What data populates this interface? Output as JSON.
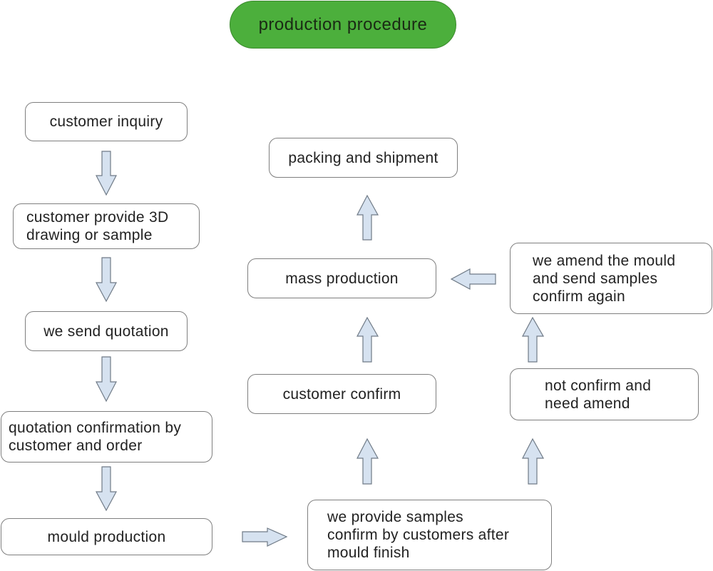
{
  "title": "production procedure",
  "colors": {
    "title_fill": "#4caf3c",
    "arrow_fill": "#d6e2f0",
    "box_border": "#7f7f7f"
  },
  "steps": {
    "customer_inquiry": "customer inquiry",
    "customer_provide": "customer provide 3D\ndrawing or sample",
    "send_quotation": "we send quotation",
    "quotation_confirmation": "quotation confirmation by\ncustomer and order",
    "mould_production": "mould production",
    "provide_samples": "we provide samples\nconfirm by customers after\nmould finish",
    "customer_confirm": "customer confirm",
    "mass_production": "mass production",
    "packing_shipment": "packing and shipment",
    "not_confirm": "not confirm and\nneed amend",
    "amend_mould": "we amend the mould\nand send samples\nconfirm again"
  },
  "flow": [
    {
      "from": "customer_inquiry",
      "to": "customer_provide",
      "direction": "down"
    },
    {
      "from": "customer_provide",
      "to": "send_quotation",
      "direction": "down"
    },
    {
      "from": "send_quotation",
      "to": "quotation_confirmation",
      "direction": "down"
    },
    {
      "from": "quotation_confirmation",
      "to": "mould_production",
      "direction": "down"
    },
    {
      "from": "mould_production",
      "to": "provide_samples",
      "direction": "right"
    },
    {
      "from": "provide_samples",
      "to": "customer_confirm",
      "direction": "up"
    },
    {
      "from": "provide_samples",
      "to": "not_confirm",
      "direction": "up"
    },
    {
      "from": "customer_confirm",
      "to": "mass_production",
      "direction": "up"
    },
    {
      "from": "not_confirm",
      "to": "amend_mould",
      "direction": "up"
    },
    {
      "from": "amend_mould",
      "to": "mass_production",
      "direction": "left"
    },
    {
      "from": "mass_production",
      "to": "packing_shipment",
      "direction": "up"
    }
  ]
}
